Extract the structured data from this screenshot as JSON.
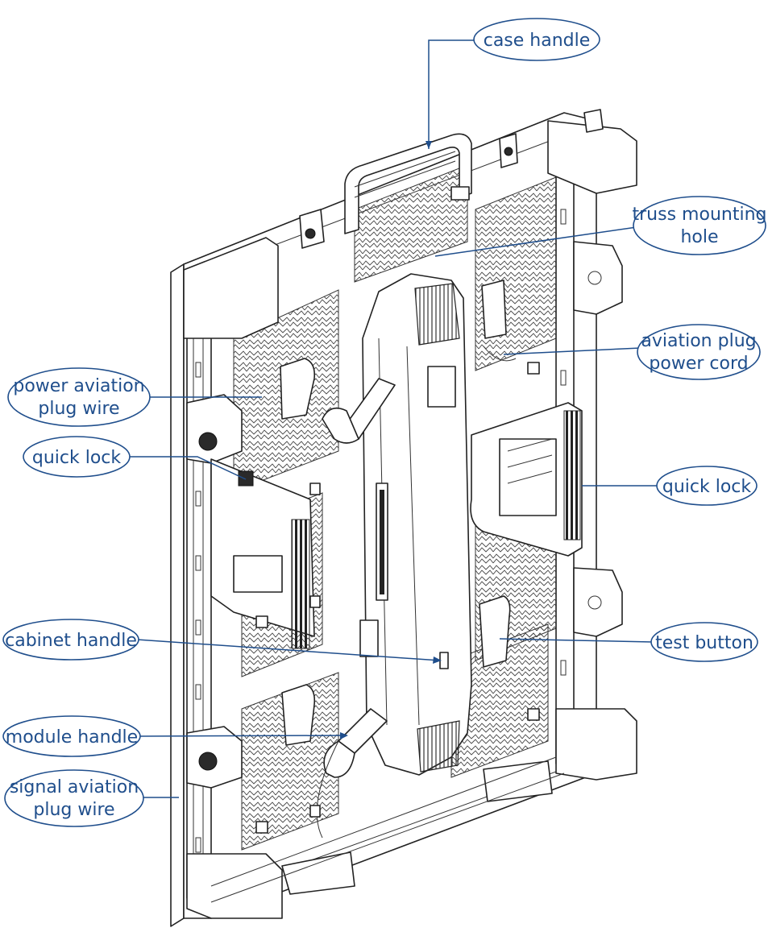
{
  "diagram": {
    "colors": {
      "label": "#1f4e8c",
      "line_art": "#222222",
      "background": "#ffffff"
    },
    "labels": {
      "case_handle": [
        "case handle"
      ],
      "truss_mounting_hole": [
        "truss mounting",
        "hole"
      ],
      "aviation_plug_power_cord": [
        "aviation plug",
        "power cord"
      ],
      "quick_lock_right": [
        "quick lock"
      ],
      "test_button": [
        "test button"
      ],
      "power_aviation_plug_wire": [
        "power aviation",
        "plug wire"
      ],
      "quick_lock_left": [
        "quick lock"
      ],
      "cabinet_handle": [
        "cabinet handle"
      ],
      "module_handle": [
        "module handle"
      ],
      "signal_aviation_plug_wire": [
        "signal aviation",
        "plug wire"
      ]
    }
  }
}
